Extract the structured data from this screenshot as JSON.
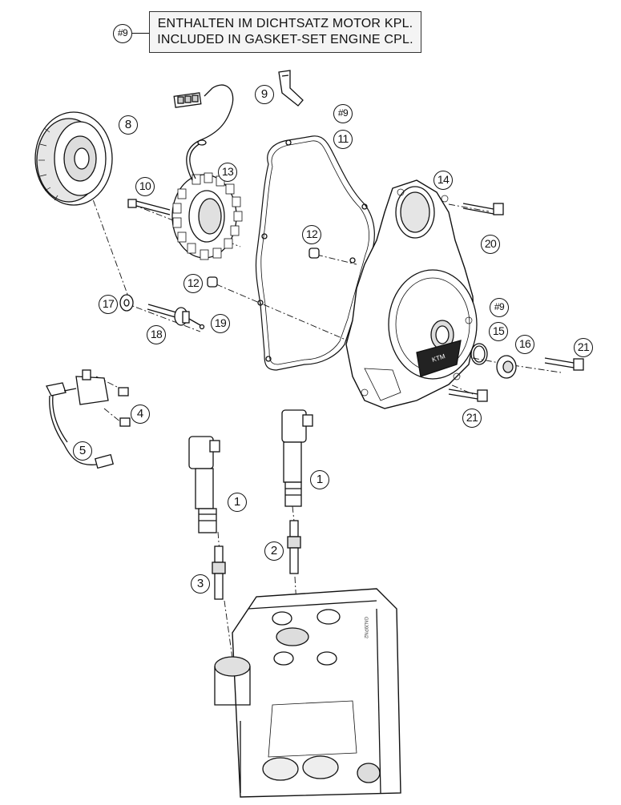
{
  "note": {
    "tag": "#9",
    "line1": "ENTHALTEN IM DICHTSATZ MOTOR KPL.",
    "line2": "INCLUDED IN GASKET-SET ENGINE CPL."
  },
  "callouts": [
    {
      "id": "c9a",
      "label": "9"
    },
    {
      "id": "c9tag1",
      "label": "#9"
    },
    {
      "id": "c11",
      "label": "11"
    },
    {
      "id": "c8",
      "label": "8"
    },
    {
      "id": "c13",
      "label": "13"
    },
    {
      "id": "c10",
      "label": "10"
    },
    {
      "id": "c14",
      "label": "14"
    },
    {
      "id": "c12a",
      "label": "12"
    },
    {
      "id": "c20",
      "label": "20"
    },
    {
      "id": "c12b",
      "label": "12"
    },
    {
      "id": "c17",
      "label": "17"
    },
    {
      "id": "c9tag2",
      "label": "#9"
    },
    {
      "id": "c19",
      "label": "19"
    },
    {
      "id": "c18",
      "label": "18"
    },
    {
      "id": "c15",
      "label": "15"
    },
    {
      "id": "c16",
      "label": "16"
    },
    {
      "id": "c21a",
      "label": "21"
    },
    {
      "id": "c4",
      "label": "4"
    },
    {
      "id": "c21b",
      "label": "21"
    },
    {
      "id": "c5",
      "label": "5"
    },
    {
      "id": "c1a",
      "label": "1"
    },
    {
      "id": "c1b",
      "label": "1"
    },
    {
      "id": "c2",
      "label": "2"
    },
    {
      "id": "c3",
      "label": "3"
    }
  ],
  "colors": {
    "ink": "#111111",
    "part_fill": "#ffffff",
    "shade": "#cfcfcf"
  }
}
